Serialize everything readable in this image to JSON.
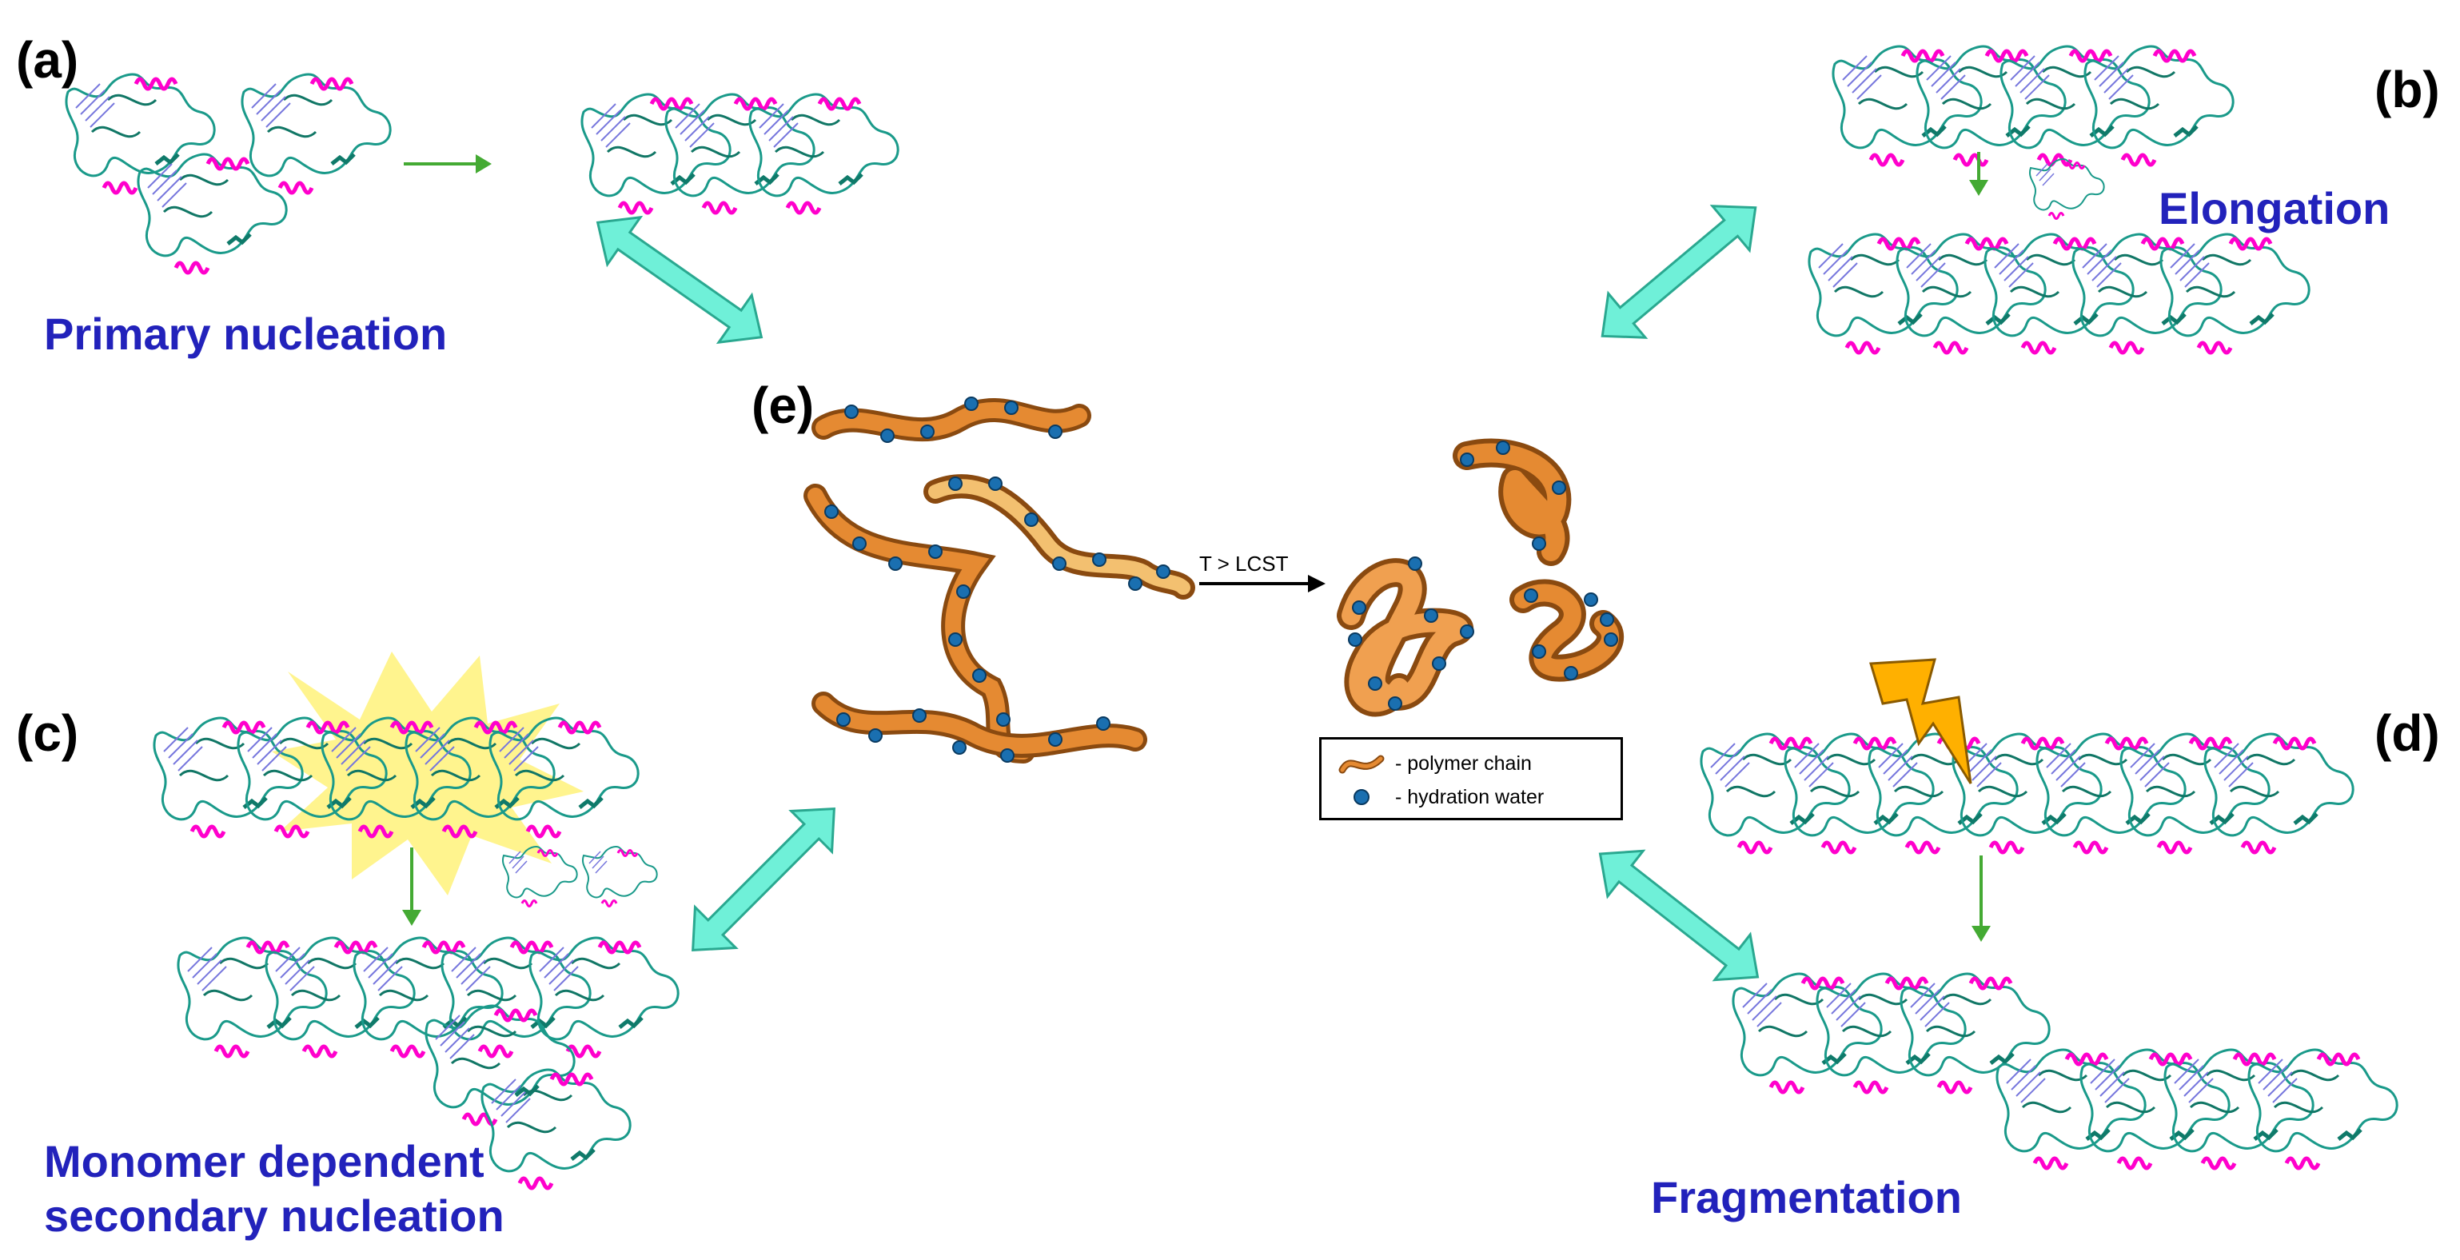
{
  "panels": {
    "a": "(a)",
    "b": "(b)",
    "c": "(c)",
    "d": "(d)",
    "e": "(e)"
  },
  "stages": {
    "primary": "Primary nucleation",
    "elongation": "Elongation",
    "secondary_line1": "Monomer dependent",
    "secondary_line2": "secondary nucleation",
    "fragmentation": "Fragmentation"
  },
  "transition_label": "T > LCST",
  "legend": {
    "chain": "- polymer chain",
    "water": "- hydration water"
  },
  "colors": {
    "title_blue": "#2222bb",
    "helix_magenta": "#ff00cc",
    "coil_teal": "#1a9a8a",
    "sheet_blue": "#7777dd",
    "green_arrow": "#44aa33",
    "cyan_arrow": "#6ff0d8",
    "polymer_orange": "#e07a1f",
    "water_blue": "#1a6fb0",
    "bolt_yellow": "#ffb000",
    "burst_yellow": "#fff27a"
  }
}
